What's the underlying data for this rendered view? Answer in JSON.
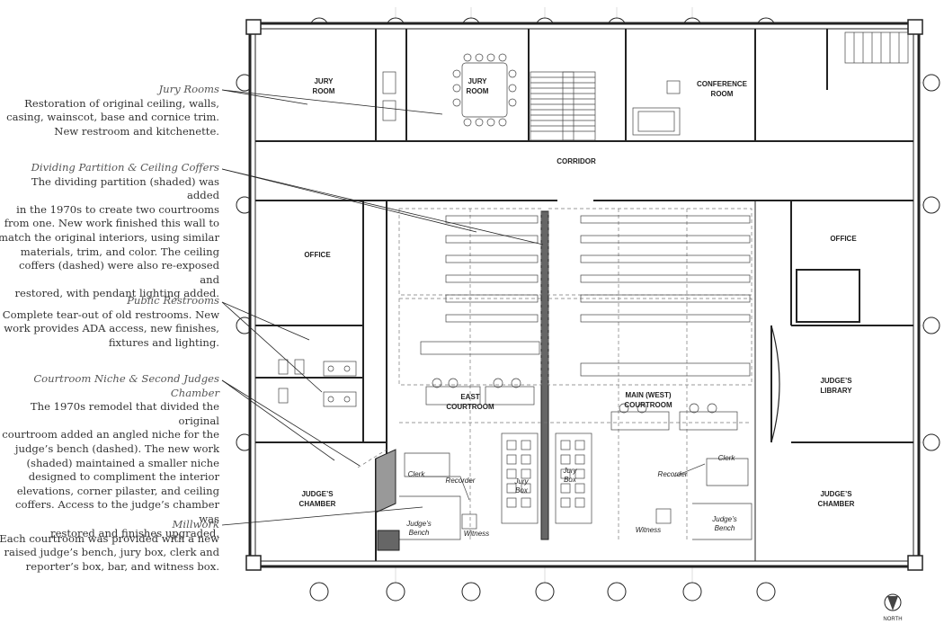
{
  "notes": [
    {
      "heading": "Jury Rooms",
      "body": [
        "Restoration of original ceiling, walls,",
        "casing, wainscot, base and cornice trim.",
        "New restroom and kitchenette."
      ]
    },
    {
      "heading": "Dividing Partition & Ceiling Coffers",
      "body": [
        "The dividing partition (shaded) was added",
        "in the 1970s to create two courtrooms",
        "from one. New work finished this wall to",
        "match the original interiors, using similar",
        "materials, trim, and color. The ceiling",
        "coffers (dashed) were also re-exposed and",
        "restored, with pendant lighting added."
      ]
    },
    {
      "heading": "Public Restrooms",
      "body": [
        "Complete tear-out of old restrooms. New",
        "work provides ADA access, new finishes,",
        "fixtures and lighting."
      ]
    },
    {
      "heading": "Courtroom Niche & Second Judges Chamber",
      "body": [
        "The 1970s remodel that divided the original",
        "courtroom added an angled niche for the",
        "judge’s bench (dashed). The new work",
        "(shaded) maintained a smaller niche",
        "designed to compliment the interior",
        "elevations, corner pilaster, and ceiling",
        "coffers. Access to the judge’s chamber was",
        "restored and finishes upgraded."
      ]
    },
    {
      "heading": "Millwork",
      "body": [
        "Each courtroom was provided with a new",
        "raised judge’s bench, jury box, clerk and",
        "reporter’s box, bar, and witness box."
      ]
    }
  ],
  "rooms": {
    "jury_room_1": [
      "JURY",
      "ROOM"
    ],
    "jury_room_2": [
      "JURY",
      "ROOM"
    ],
    "conference_room": [
      "CONFERENCE",
      "ROOM"
    ],
    "corridor": "CORRIDOR",
    "office_west": "OFFICE",
    "office_east": "OFFICE",
    "east_courtroom": [
      "EAST",
      "COURTROOM"
    ],
    "main_courtroom": [
      "MAIN (WEST)",
      "COURTROOM"
    ],
    "judges_library": [
      "JUDGE’S",
      "LIBRARY"
    ],
    "judges_chamber_1": [
      "JUDGE’S",
      "CHAMBER"
    ],
    "judges_chamber_2": [
      "JUDGE’S",
      "CHAMBER"
    ]
  },
  "furniture": {
    "clerk_1": "Clerk",
    "recorder_1": "Recorder",
    "judges_bench_1": [
      "Judge’s",
      "Bench"
    ],
    "witness_1": "Witness",
    "jury_box_1": [
      "Jury",
      "Box"
    ],
    "jury_box_2": [
      "Jury",
      "Box"
    ],
    "recorder_2": "Recorder",
    "clerk_2": "Clerk",
    "witness_2": "Witness",
    "judges_bench_2": [
      "Judge’s",
      "Bench"
    ]
  },
  "north_label": "NORTH"
}
